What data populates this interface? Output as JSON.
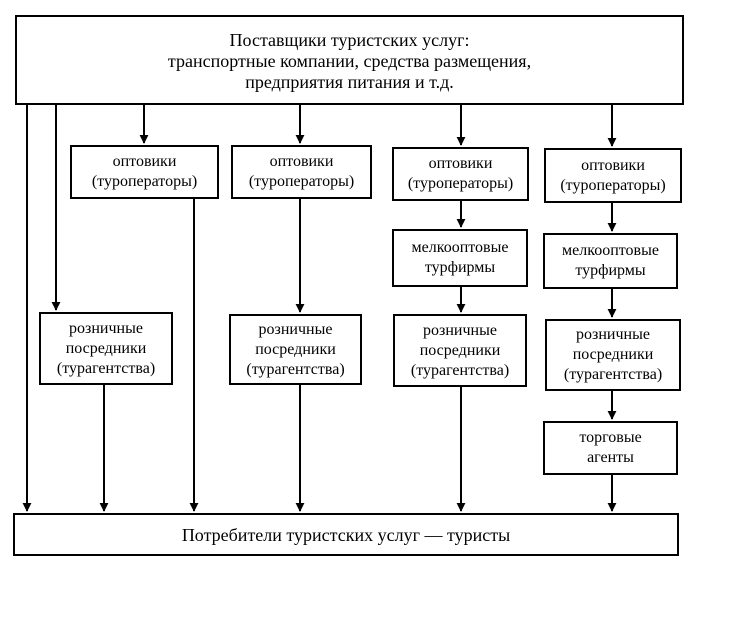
{
  "suppliers": "Поставщики туристских услуг:\nтранспортные компании, средства размещения,\nпредприятия питания и т.д.",
  "wholesalers": "оптовики\n(туроператоры)",
  "small_wholesale": "мелкооптовые\nтурфирмы",
  "retail": "розничные\nпосредники\n(турагентства)",
  "sales_agents": "торговые\nагенты",
  "consumers": "Потребители туристских услуг — туристы"
}
